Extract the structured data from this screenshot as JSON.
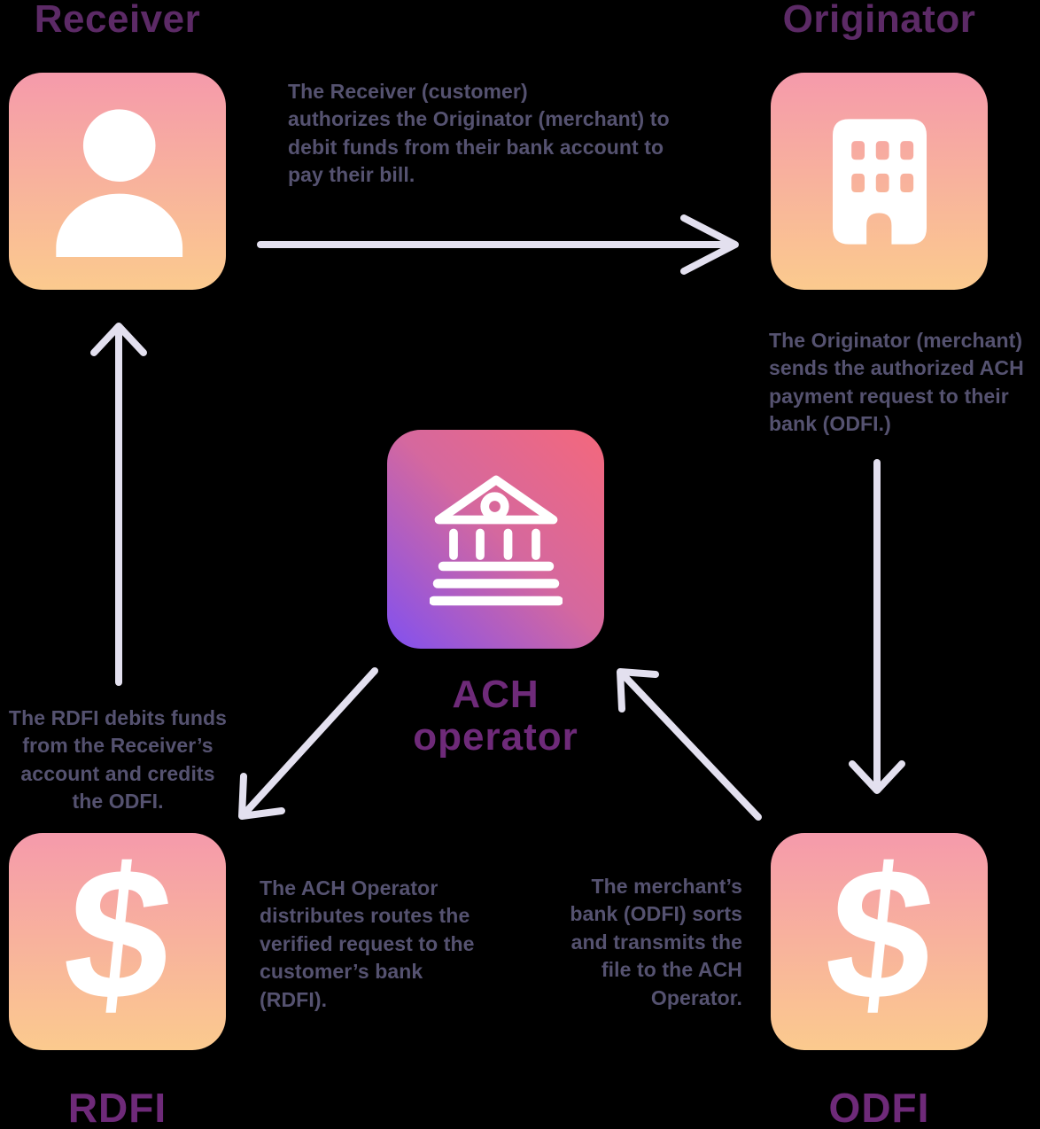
{
  "title": "ACH payment flow diagram",
  "colors": {
    "page_bg": "#000000",
    "heading_color": "#5c2a66",
    "node_label_color": "#6e2a79",
    "body_text_color": "#555270",
    "arrow_color": "#e3e0ef",
    "card_top": "#f59aab",
    "card_bottom": "#fbca8e",
    "center_start": "#8150f0",
    "center_mid": "#d5689e",
    "center_end": "#f4687c",
    "icon_color": "#ffffff"
  },
  "nodes": {
    "receiver": {
      "label": "Receiver",
      "icon": "person-icon"
    },
    "originator": {
      "label": "Originator",
      "icon": "building-icon"
    },
    "ach_operator": {
      "label_line1": "ACH",
      "label_line2": "operator",
      "icon": "bank-icon"
    },
    "rdfi": {
      "label": "RDFI",
      "icon": "dollar-sign-icon",
      "dollar_glyph": "$"
    },
    "odfi": {
      "label": "ODFI",
      "icon": "dollar-sign-icon",
      "dollar_glyph": "$"
    }
  },
  "annotations": {
    "receiver_to_originator": {
      "lines": [
        "The Receiver (customer)",
        "authorizes the Originator (merchant) to",
        "debit funds from their bank account to",
        "pay their bill."
      ]
    },
    "originator_to_odfi": {
      "lines": [
        "The Originator (merchant)",
        "sends the authorized ACH",
        "payment request to their",
        "bank (ODFI.)"
      ]
    },
    "odfi_to_ach_operator": {
      "lines": [
        "The merchant’s",
        "bank (ODFI) sorts",
        "and transmits the",
        "file to the ACH",
        "Operator."
      ]
    },
    "ach_operator_to_rdfi": {
      "lines": [
        "The ACH Operator",
        "distributes routes the",
        "verified request to the",
        "customer’s bank",
        "(RDFI)."
      ]
    },
    "rdfi_to_receiver": {
      "lines": [
        "The RDFI debits funds",
        "from the Receiver’s",
        "account and credits",
        "the ODFI."
      ]
    }
  }
}
